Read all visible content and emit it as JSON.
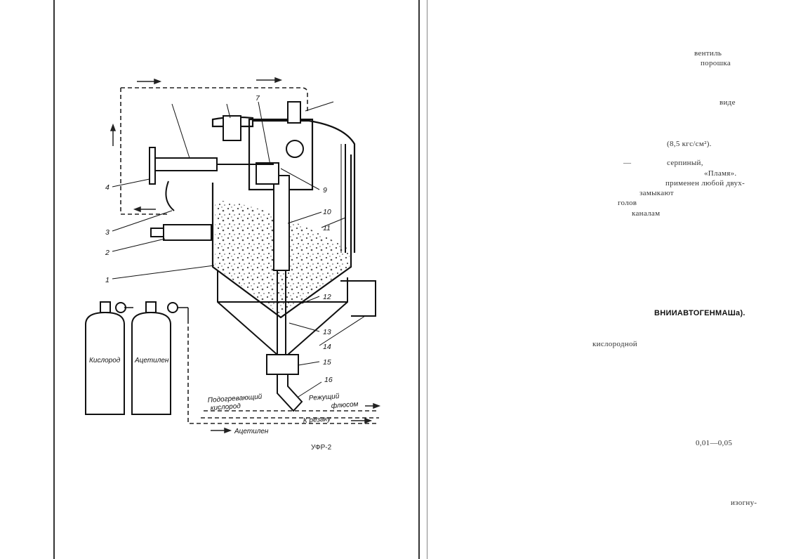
{
  "figure": {
    "caption": "УФР-2",
    "cylinder_oxygen": "Кислород",
    "cylinder_acetylene": "Ацетилен",
    "flow_heating_1": "Подогревающий",
    "flow_heating_2": "кислород",
    "flow_cutting": "Режущий",
    "flow_flux": "флюсом",
    "flow_to_cutter": "К резаку",
    "flow_acetylene": "Ацетилен",
    "callouts": [
      "1",
      "2",
      "3",
      "4",
      "7",
      "9",
      "10",
      "11",
      "12",
      "13",
      "14",
      "15",
      "16"
    ]
  },
  "text_fragments": [
    "вентиль",
    "порошка",
    "виде",
    "(8,5 кгс/см²).",
    "—",
    "серпиный,",
    "«Пламя».",
    "применен любой двух-",
    "замыкают",
    "голов",
    "каналам",
    "ВНИИАВТОГЕНМАШа).",
    "кислородной",
    "0,01—0,05",
    "изогну-"
  ]
}
